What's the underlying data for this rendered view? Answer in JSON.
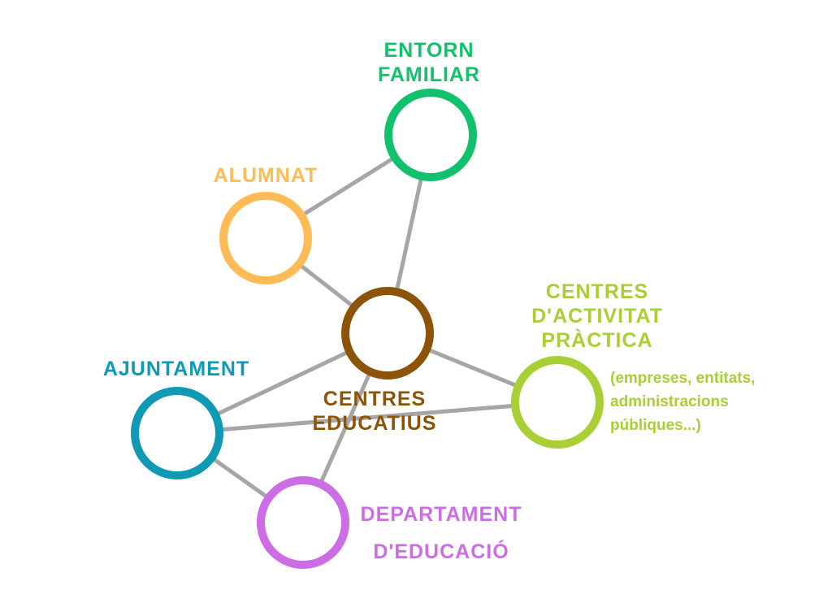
{
  "colors": {
    "entorn": "#12c16b",
    "alumnat": "#ffbb55",
    "centres": "#8b5409",
    "ajuntament": "#0e9ab4",
    "activitat": "#a8cf33",
    "departament": "#cd6de6",
    "edge": "#a6a6a6"
  },
  "nodes": {
    "entorn": {
      "lines": [
        "ENTORN",
        "FAMILIAR"
      ]
    },
    "alumnat": {
      "lines": [
        "ALUMNAT"
      ]
    },
    "centres": {
      "lines": [
        "CENTRES",
        "EDUCATIUS"
      ]
    },
    "ajuntament": {
      "lines": [
        "AJUNTAMENT"
      ]
    },
    "activitat": {
      "lines": [
        "CENTRES",
        "D'ACTIVITAT",
        "PRÀCTICA"
      ],
      "note": [
        "(empreses, entitats,",
        "administracions",
        "públiques...)"
      ]
    },
    "departament": {
      "lines": [
        "DEPARTAMENT",
        "D'EDUCACIÓ"
      ]
    }
  },
  "edges": [
    [
      "alumnat",
      "entorn"
    ],
    [
      "entorn",
      "centres"
    ],
    [
      "alumnat",
      "centres"
    ],
    [
      "centres",
      "ajuntament"
    ],
    [
      "centres",
      "activitat"
    ],
    [
      "ajuntament",
      "activitat"
    ],
    [
      "centres",
      "departament"
    ],
    [
      "ajuntament",
      "departament"
    ]
  ]
}
